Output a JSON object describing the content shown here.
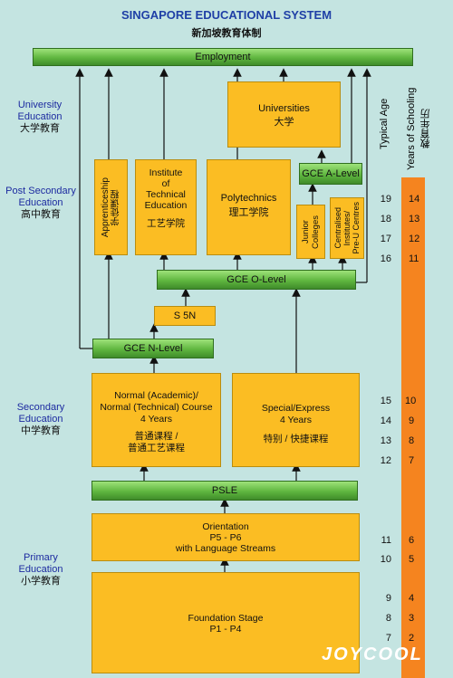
{
  "title_en": "SINGAPORE EDUCATIONAL SYSTEM",
  "title_cn": "新加坡教育体制",
  "employment": "Employment",
  "levels": {
    "university": {
      "en1": "University",
      "en2": "Education",
      "cn": "大学教育"
    },
    "post_secondary": {
      "en1": "Post Secondary",
      "en2": "Education",
      "cn": "高中教育"
    },
    "secondary": {
      "en1": "Secondary",
      "en2": "Education",
      "cn": "中学教育"
    },
    "primary": {
      "en1": "Primary",
      "en2": "Education",
      "cn": "小学教育"
    }
  },
  "boxes": {
    "universities": {
      "en": "Universities",
      "cn": "大学"
    },
    "apprenticeship": {
      "en": "Apprenticeship",
      "cn": "学徒课程"
    },
    "ite": {
      "en1": "Institute",
      "en2": "of",
      "en3": "Technical",
      "en4": "Education",
      "cn": "工艺学院"
    },
    "polytechnics": {
      "en": "Polytechnics",
      "cn": "理工学院"
    },
    "junior_colleges": {
      "en1": "Junior",
      "en2": "Colleges"
    },
    "centralised": {
      "en1": "Centralised",
      "en2": "Institutes/",
      "en3": "Pre-U Centres"
    },
    "normal": {
      "en1": "Normal (Academic)/",
      "en2": "Normal (Technical) Course",
      "en3": "4 Years",
      "cn1": "普通课程 /",
      "cn2": "普通工艺课程"
    },
    "special": {
      "en1": "Special/Express",
      "en2": "4 Years",
      "cn": "特别 / 快捷课程"
    },
    "orientation": {
      "en1": "Orientation",
      "en2": "P5 - P6",
      "en3": "with Language Streams"
    },
    "foundation": {
      "en1": "Foundation Stage",
      "en2": "P1 - P4"
    }
  },
  "bars": {
    "gce_a": "GCE A-Level",
    "gce_o": "GCE O-Level",
    "s5n": "S 5N",
    "gce_n": "GCE N-Level",
    "psle": "PSLE"
  },
  "headers": {
    "typical_age": "Typical Age",
    "years_en": "Years of Schooling",
    "years_cn": "教育年历"
  },
  "age_rows": [
    {
      "age": "19",
      "year": "14"
    },
    {
      "age": "18",
      "year": "13"
    },
    {
      "age": "17",
      "year": "12"
    },
    {
      "age": "16",
      "year": "11"
    },
    {
      "age": "15",
      "year": "10"
    },
    {
      "age": "14",
      "year": "9"
    },
    {
      "age": "13",
      "year": "8"
    },
    {
      "age": "12",
      "year": "7"
    },
    {
      "age": "11",
      "year": "6"
    },
    {
      "age": "10",
      "year": "5"
    },
    {
      "age": "9",
      "year": "4"
    },
    {
      "age": "8",
      "year": "3"
    },
    {
      "age": "7",
      "year": "2"
    }
  ],
  "watermark": "JOYCOOL"
}
